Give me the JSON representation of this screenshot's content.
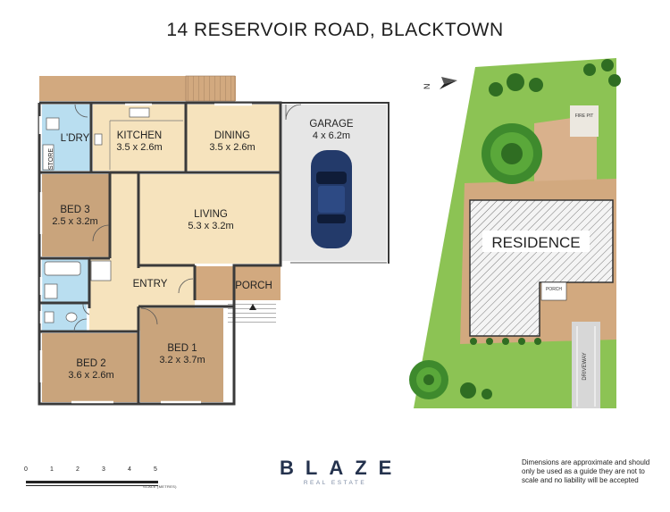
{
  "title": "14 RESERVOIR ROAD, BLACKTOWN",
  "rooms": {
    "laundry": {
      "name": "L'DRY"
    },
    "store": {
      "name": "STORE"
    },
    "kitchen": {
      "name": "KITCHEN",
      "dims": "3.5 x 2.6m"
    },
    "dining": {
      "name": "DINING",
      "dims": "3.5 x 2.6m"
    },
    "garage": {
      "name": "GARAGE",
      "dims": "4 x 6.2m"
    },
    "bed3": {
      "name": "BED 3",
      "dims": "2.5 x 3.2m"
    },
    "living": {
      "name": "LIVING",
      "dims": "5.3 x 3.2m"
    },
    "entry": {
      "name": "ENTRY"
    },
    "porch": {
      "name": "PORCH"
    },
    "bed2": {
      "name": "BED 2",
      "dims": "3.6 x 2.6m"
    },
    "bed1": {
      "name": "BED 1",
      "dims": "3.2 x 3.7m"
    }
  },
  "site": {
    "residence": "RESIDENCE",
    "fire_pit": "FIRE PIT",
    "porch": "PORCH",
    "driveway": "DRIVEWAY",
    "north_marker": "N"
  },
  "scale": {
    "ticks": [
      "0",
      "1",
      "2",
      "3",
      "4",
      "5"
    ],
    "caption": "SCALE (METRES)"
  },
  "brand": {
    "name": "BLAZE",
    "tagline": "REAL ESTATE"
  },
  "disclaimer": "Dimensions are approximate and should only be used as a guide they are not to scale and no liability will be accepted",
  "colors": {
    "floor_light": "#f6e3bd",
    "floor_dark": "#c9a47c",
    "wet_area": "#b9def0",
    "garage": "#e6e6e6",
    "grass": "#8cc354",
    "deck": "#d8ad85",
    "wall": "#3a3a3a",
    "car": "#233a6a",
    "brand": "#24324d"
  }
}
